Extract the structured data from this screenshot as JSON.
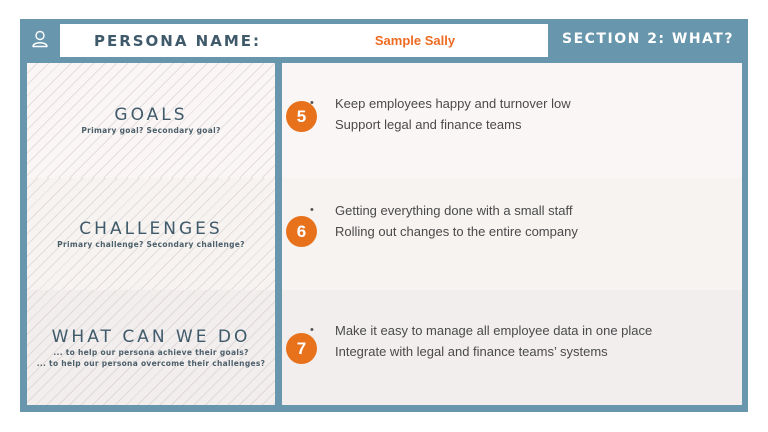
{
  "header": {
    "icon": "person-icon",
    "label": "PERSONA NAME:",
    "persona_name": "Sample Sally",
    "section": "SECTION 2: WHAT?"
  },
  "rows": [
    {
      "title": "GOALS",
      "subtitles": [
        "Primary goal? Secondary goal?"
      ],
      "number": "5",
      "bullets": [
        "Keep employees happy and turnover low",
        "Support legal and finance teams"
      ]
    },
    {
      "title": "CHALLENGES",
      "subtitles": [
        "Primary challenge? Secondary challenge?"
      ],
      "number": "6",
      "bullets": [
        "Getting everything done with a small staff",
        "Rolling out changes to the entire company"
      ]
    },
    {
      "title": "WHAT CAN WE DO",
      "subtitles": [
        "... to help our persona achieve their goals?",
        "... to help our persona overcome their challenges?"
      ],
      "number": "7",
      "bullets": [
        "Make it easy to manage all employee data in one place",
        "Integrate with legal and finance teams’ systems"
      ]
    }
  ],
  "colors": {
    "frame": "#6796ad",
    "accent_orange": "#e8721c",
    "name_orange": "#ef6b22",
    "heading_text": "#3f5a6a"
  }
}
